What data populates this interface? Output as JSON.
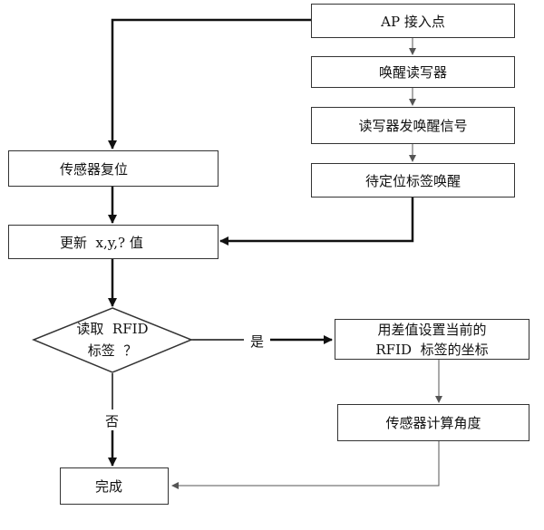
{
  "nodes": {
    "ap": "AP 接入点",
    "wake_reader": "唤醒读写器",
    "reader_signal": "读写器发唤醒信号",
    "tag_wake": "待定位标签唤醒",
    "sensor_reset": "传感器复位",
    "update": "更新  x,y,? 值",
    "decision_line1": "读取  RFID",
    "decision_line2": "标签  ？",
    "set_coord_line1": "用差值设置当前的",
    "set_coord_line2": "RFID  标签的坐标",
    "sensor_angle": "传感器计算角度",
    "done": "完成"
  },
  "edge_labels": {
    "yes": "是",
    "no": "否"
  }
}
